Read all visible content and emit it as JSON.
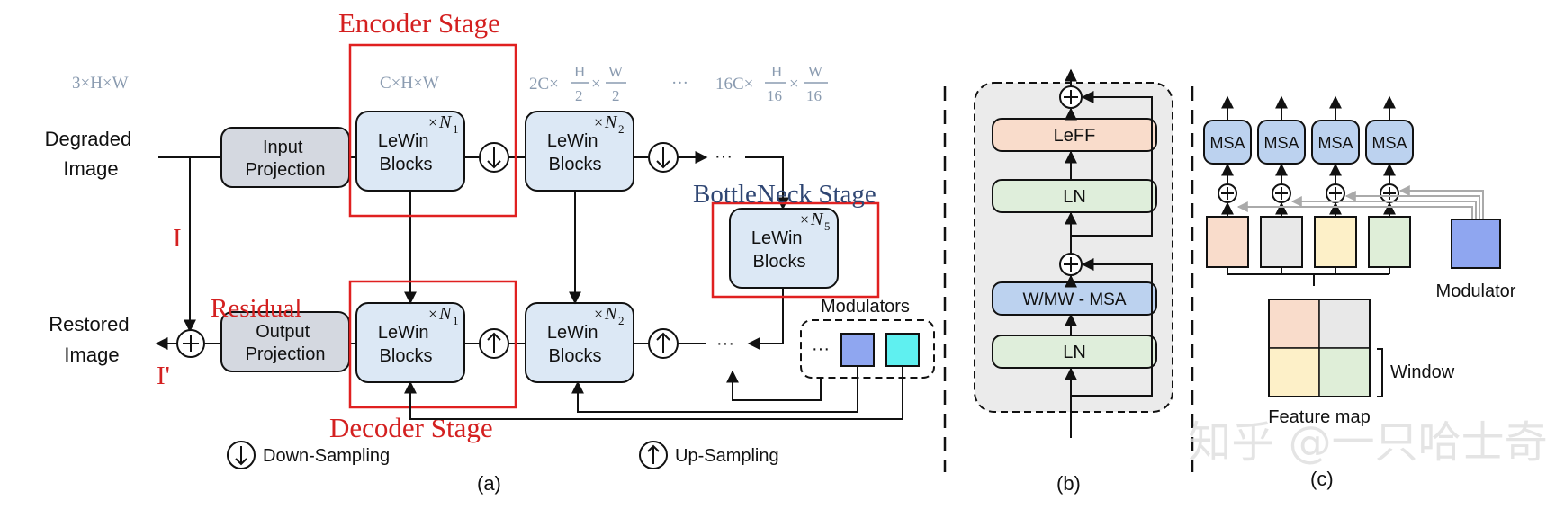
{
  "panel_a": {
    "caption": "(a)",
    "dim_input": "3×H×W",
    "dim_stage1": "C×H×W",
    "dim_stage2_prefix": "2C×",
    "dim_stage2_h_num": "H",
    "dim_stage2_h_den": "2",
    "dim_stage2_w_num": "W",
    "dim_stage2_w_den": "2",
    "dim_ellipsis": "···",
    "dim_stage4_prefix": "16C×",
    "dim_stage4_h_num": "H",
    "dim_stage4_h_den": "16",
    "dim_stage4_w_num": "W",
    "dim_stage4_w_den": "16",
    "degraded_line1": "Degraded",
    "degraded_line2": "Image",
    "restored_line1": "Restored",
    "restored_line2": "Image",
    "input_proj_line1": "Input",
    "input_proj_line2": "Projection",
    "output_proj_line1": "Output",
    "output_proj_line2": "Projection",
    "lewin_line1": "LeWin",
    "lewin_line2": "Blocks",
    "times": "×",
    "n1": "N",
    "n1_sub": "1",
    "n2": "N",
    "n2_sub": "2",
    "n5": "N",
    "n5_sub": "5",
    "encoder_stage": "Encoder Stage",
    "decoder_stage": "Decoder Stage",
    "bottleneck_stage": "BottleNeck Stage",
    "residual": "Residual",
    "label_I": "I",
    "label_I_prime": "I'",
    "ellipsis": "···",
    "modulators": "Modulators",
    "legend_down": "Down-Sampling",
    "legend_up": "Up-Sampling"
  },
  "panel_b": {
    "caption": "(b)",
    "leff": "LeFF",
    "ln_top": "LN",
    "msa": "W/MW - MSA",
    "ln_bottom": "LN"
  },
  "panel_c": {
    "caption": "(c)",
    "msa_labels": [
      "MSA",
      "MSA",
      "MSA",
      "MSA"
    ],
    "modulator": "Modulator",
    "window": "Window",
    "feature_map": "Feature map"
  },
  "watermark": "知乎 @一只哈士奇",
  "colors": {
    "block_blue": "#dce8f5",
    "proj_gray": "#d4d8e0",
    "red_box": "#e02020",
    "msa_blue": "#bcd2ef",
    "leff_peach": "#f9dccb",
    "ln_green": "#dfeedb",
    "modulator_blue": "#8fa6f0",
    "modulator_cyan": "#5ff0f0",
    "window_peach": "#f9dccb",
    "window_gray": "#e8e8e8",
    "window_yellow": "#fdf0c8",
    "window_green": "#dfeed8"
  }
}
